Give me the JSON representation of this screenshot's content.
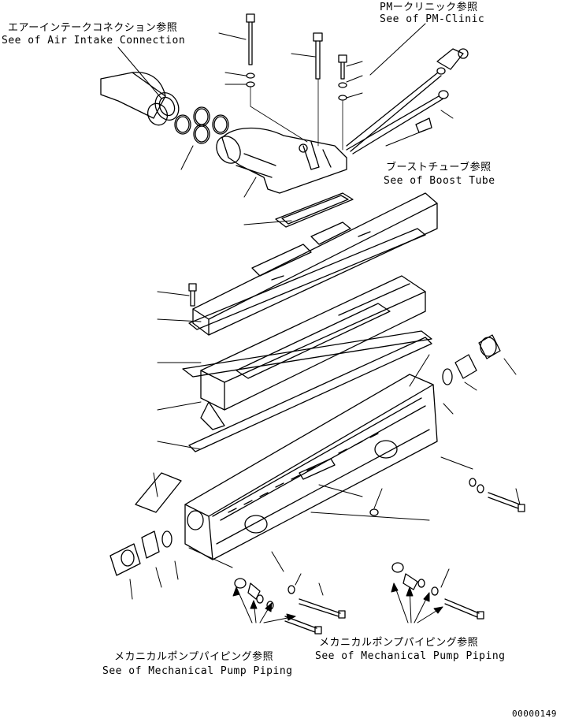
{
  "references": {
    "air_intake": {
      "jp": "エアーインテークコネクション参照",
      "en": "See of Air Intake Connection"
    },
    "pm_clinic": {
      "jp": "PMークリニック参照",
      "en": "See of PM-Clinic"
    },
    "boost_tube": {
      "jp": "ブーストチューブ参照",
      "en": "See of Boost Tube"
    },
    "mech_pump_left": {
      "jp": "メカニカルポンプパイピング参照",
      "en": "See of Mechanical Pump Piping"
    },
    "mech_pump_right": {
      "jp": "メカニカルポンプパイピング参照",
      "en": "See of Mechanical Pump Piping"
    }
  },
  "drawing_number": "00000149"
}
